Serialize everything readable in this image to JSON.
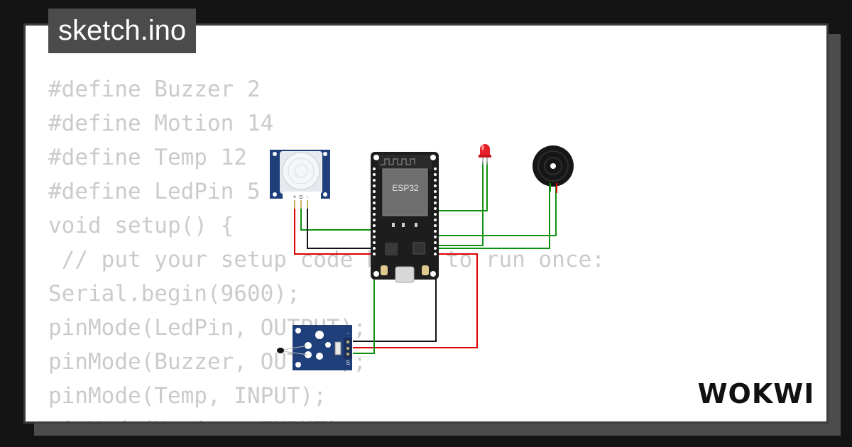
{
  "file_tab": {
    "name": "sketch.ino"
  },
  "code_lines": [
    "#define Buzzer 2",
    "#define Motion 14",
    "#define Temp 12",
    "#define LedPin 5",
    "void setup() {",
    " // put your setup code here, to run once:",
    "Serial.begin(9600);",
    "pinMode(LedPin, OUTPUT);",
    "pinMode(Buzzer, OUTPUT);",
    "pinMode(Temp, INPUT);",
    "pinMode(Motion, INPUT);"
  ],
  "board": {
    "label": "ESP32"
  },
  "pir_sensor": {
    "pin_labels": [
      "+",
      "D",
      "-"
    ]
  },
  "temp_sensor": {
    "pin_labels": [
      "-",
      "S"
    ]
  },
  "brand": {
    "logo": "WOKWI"
  },
  "colors": {
    "background": "#141414",
    "card": "#ffffff",
    "tab": "#4b4b4b",
    "code_text": "#cbcbcb",
    "wire_red": "#e00000",
    "wire_green": "#109010",
    "wire_black": "#111111",
    "board_pcb": "#1d1d1d",
    "chip": "#6e6e6e",
    "sensor_blue": "#1e3f7a",
    "led_red": "#e8202a"
  }
}
